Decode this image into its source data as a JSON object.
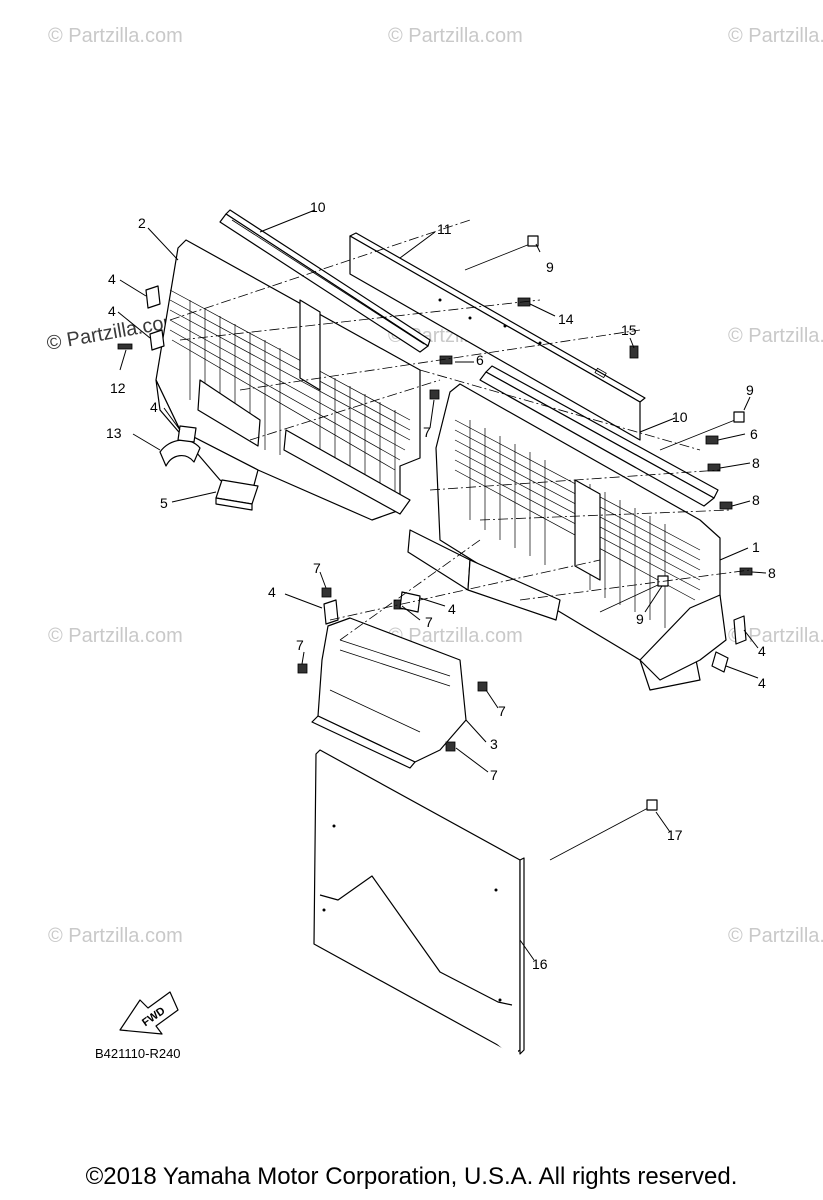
{
  "watermarks": {
    "light": "© Partzilla.com",
    "dark": "© Partzilla.com"
  },
  "callouts": {
    "c1": "1",
    "c2": "2",
    "c3": "3",
    "c4a": "4",
    "c4b": "4",
    "c4c": "4",
    "c4d": "4",
    "c4e": "4",
    "c4f": "4",
    "c4g": "4",
    "c5": "5",
    "c6a": "6",
    "c6b": "6",
    "c7a": "7",
    "c7b": "7",
    "c7c": "7",
    "c7d": "7",
    "c7e": "7",
    "c7f": "7",
    "c8a": "8",
    "c8b": "8",
    "c8c": "8",
    "c9a": "9",
    "c9b": "9",
    "c9c": "9",
    "c10a": "10",
    "c10b": "10",
    "c11": "11",
    "c12": "12",
    "c13": "13",
    "c14": "14",
    "c15": "15",
    "c16": "16",
    "c17": "17"
  },
  "fwd_label": "FWD",
  "reference_code": "B421110-R240",
  "copyright": "©2018 Yamaha Motor Corporation, U.S.A. All rights reserved."
}
